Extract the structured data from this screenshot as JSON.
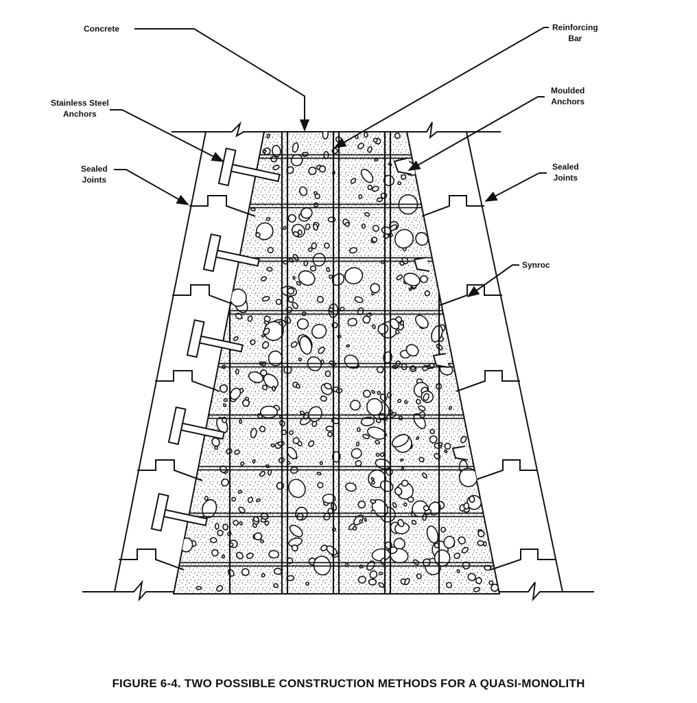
{
  "labels": {
    "concrete": "Concrete",
    "reinforcing_bar": [
      "Reinforcing",
      "Bar"
    ],
    "stainless_steel_anchors": [
      "Stainless Steel",
      "Anchors"
    ],
    "moulded_anchors": [
      "Moulded",
      "Anchors"
    ],
    "sealed_joints_left": [
      "Sealed",
      "Joints"
    ],
    "sealed_joints_right": [
      "Sealed",
      "Joints"
    ],
    "synroc": "Synroc"
  },
  "caption": "FIGURE 6-4.  TWO POSSIBLE CONSTRUCTION METHODS FOR A QUASI-MONOLITH",
  "colors": {
    "ink": "#111111",
    "stipple": "#333333",
    "paper": "#ffffff"
  }
}
